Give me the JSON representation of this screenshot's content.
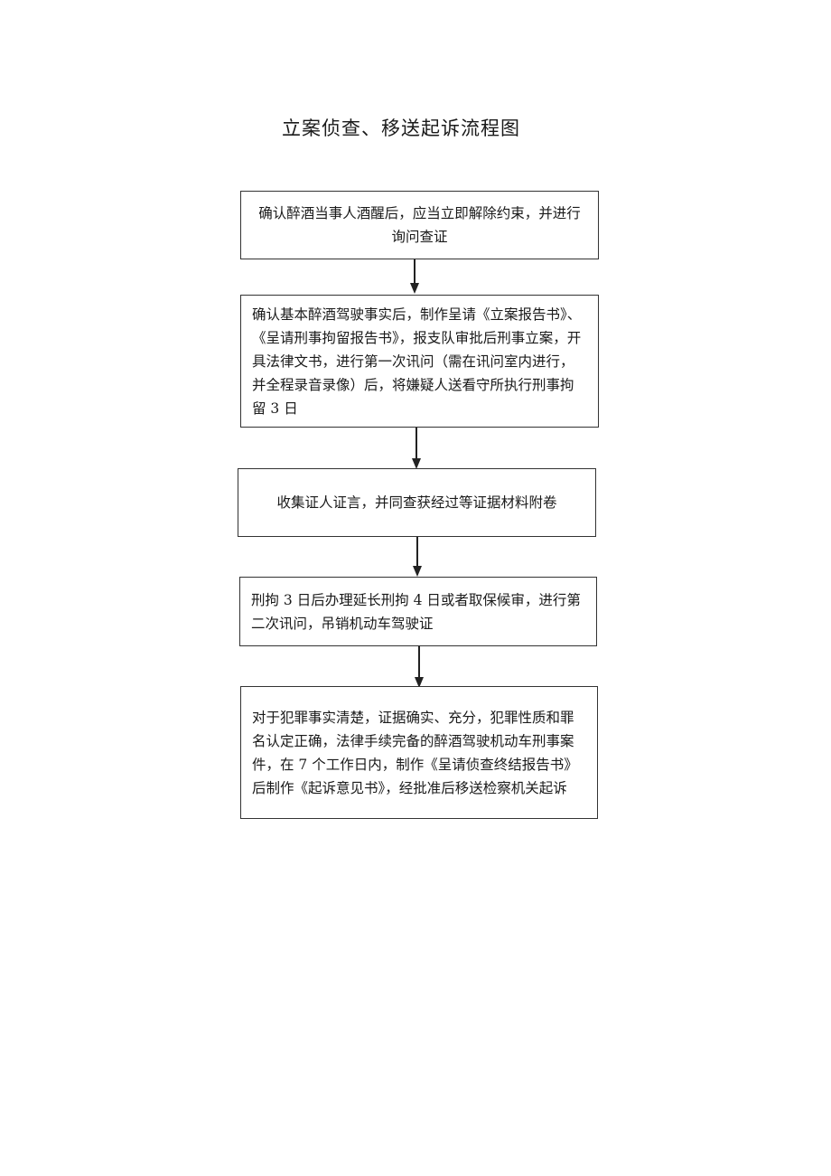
{
  "title": "立案侦查、移送起诉流程图",
  "steps": [
    {
      "text": "确认醉酒当事人酒醒后，应当立即解除约束，并进行询问查证"
    },
    {
      "text": "确认基本醉酒驾驶事实后，制作呈请《立案报告书》、《呈请刑事拘留报告书》，报支队审批后刑事立案，开具法律文书，进行第一次讯问（需在讯问室内进行，并全程录音录像）后，将嫌疑人送看守所执行刑事拘留 3 日"
    },
    {
      "text": "收集证人证言，并同查获经过等证据材料附卷"
    },
    {
      "text": "刑拘 3 日后办理延长刑拘 4 日或者取保候审，进行第二次讯问，吊销机动车驾驶证"
    },
    {
      "text": "对于犯罪事实清楚，证据确实、充分，犯罪性质和罪名认定正确，法律手续完备的醉酒驾驶机动车刑事案件，在 7 个工作日内，制作《呈请侦查终结报告书》后制作《起诉意见书》，经批准后移送检察机关起诉"
    }
  ]
}
